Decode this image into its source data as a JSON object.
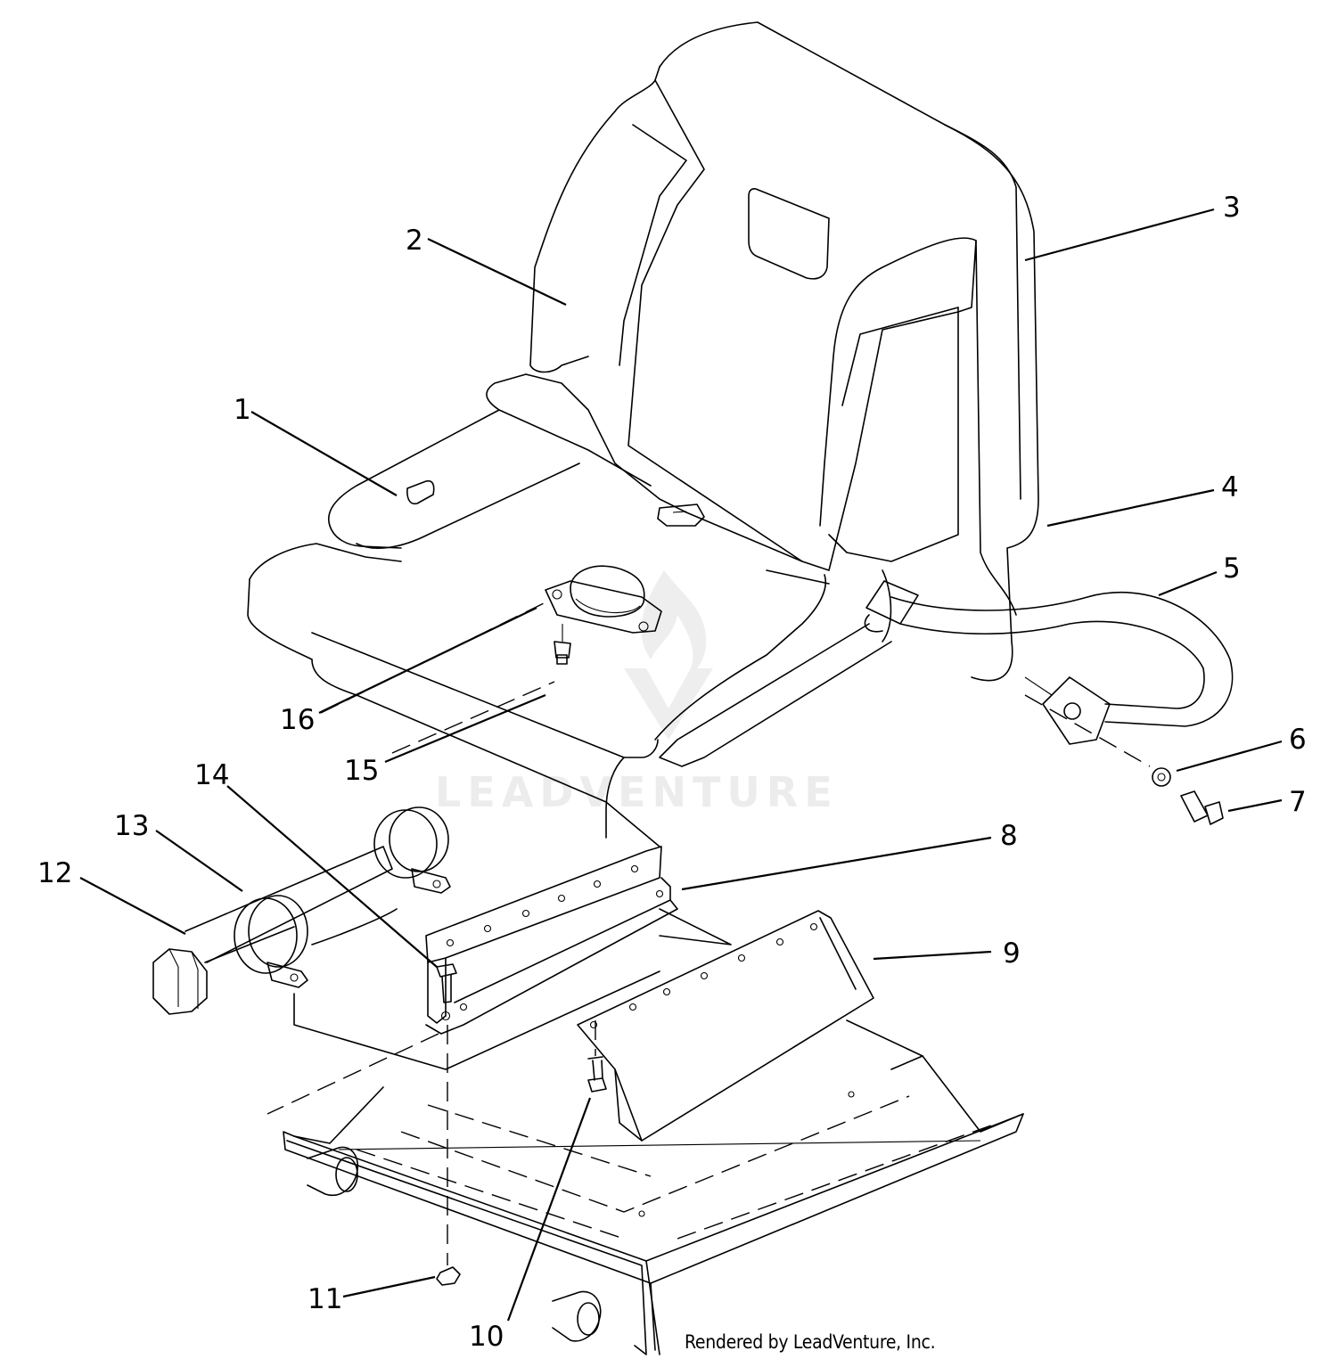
{
  "watermark": {
    "text": "LEADVENTURE"
  },
  "credit": {
    "text": "Rendered by LeadVenture, Inc."
  },
  "callouts": [
    {
      "id": "1",
      "label": "1"
    },
    {
      "id": "2",
      "label": "2"
    },
    {
      "id": "3",
      "label": "3"
    },
    {
      "id": "4",
      "label": "4"
    },
    {
      "id": "5",
      "label": "5"
    },
    {
      "id": "6",
      "label": "6"
    },
    {
      "id": "7",
      "label": "7"
    },
    {
      "id": "8",
      "label": "8"
    },
    {
      "id": "9",
      "label": "9"
    },
    {
      "id": "10",
      "label": "10"
    },
    {
      "id": "11",
      "label": "11"
    },
    {
      "id": "12",
      "label": "12"
    },
    {
      "id": "13",
      "label": "13"
    },
    {
      "id": "14",
      "label": "14"
    },
    {
      "id": "15",
      "label": "15"
    },
    {
      "id": "16",
      "label": "16"
    }
  ]
}
